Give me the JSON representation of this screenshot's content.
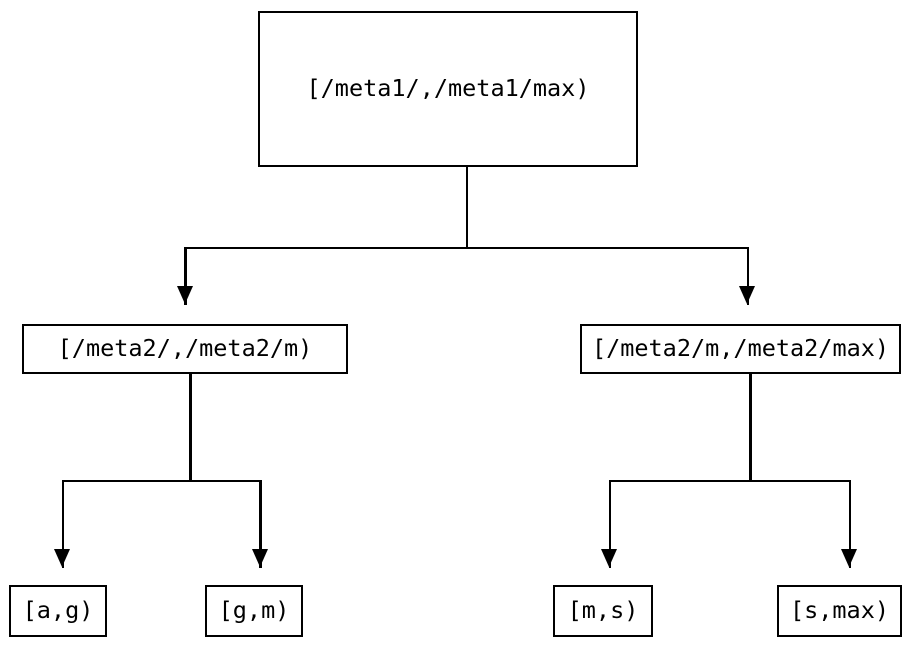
{
  "diagram": {
    "type": "tree",
    "title": "",
    "background_color": "#ffffff",
    "stroke_color": "#000000",
    "nodes": {
      "root": {
        "label": "[/meta1/,/meta1/max)"
      },
      "level2_left": {
        "label": "[/meta2/,/meta2/m)"
      },
      "level2_right": {
        "label": "[/meta2/m,/meta2/max)"
      },
      "leaf_1": {
        "label": "[a,g)"
      },
      "leaf_2": {
        "label": "[g,m)"
      },
      "leaf_3": {
        "label": "[m,s)"
      },
      "leaf_4": {
        "label": "[s,max)"
      }
    },
    "edges": [
      {
        "from": "root",
        "to": "level2_left",
        "arrow": "down"
      },
      {
        "from": "root",
        "to": "level2_right",
        "arrow": "down"
      },
      {
        "from": "level2_left",
        "to": "leaf_1",
        "arrow": "down"
      },
      {
        "from": "level2_left",
        "to": "leaf_2",
        "arrow": "down"
      },
      {
        "from": "level2_right",
        "to": "leaf_3",
        "arrow": "down"
      },
      {
        "from": "level2_right",
        "to": "leaf_4",
        "arrow": "down"
      }
    ]
  }
}
